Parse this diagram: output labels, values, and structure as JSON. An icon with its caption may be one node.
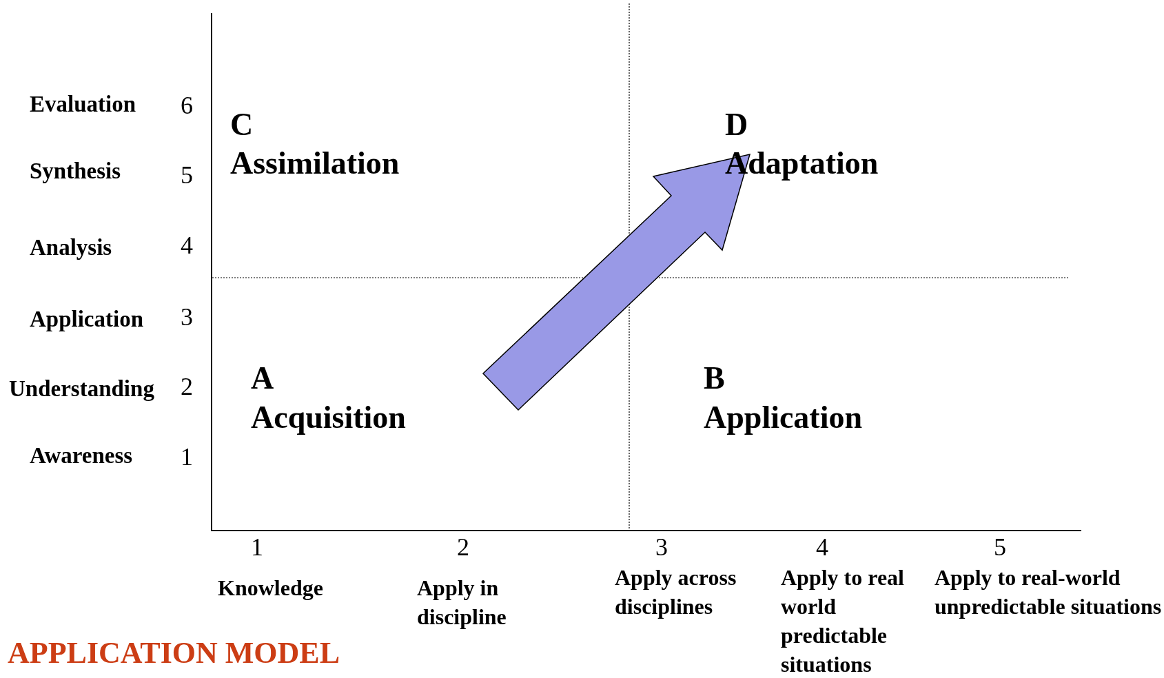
{
  "diagram": {
    "caption": "APPLICATION MODEL",
    "labels": [
      "Evaluation",
      "6",
      "Synthesis",
      "5",
      "Analysis",
      "4",
      "Application",
      "3",
      "Understanding",
      "2",
      "Awareness",
      "1",
      "C",
      "Assimilation",
      "D",
      "Adaptation",
      "A",
      "Acquisition",
      "B",
      "Application",
      "1",
      "2",
      "3",
      "4",
      "5",
      "Knowledge",
      "Apply in discipline",
      "Apply across disciplines",
      "Apply to real world predictable situations",
      "Apply to real-world unpredictable situations"
    ]
  }
}
